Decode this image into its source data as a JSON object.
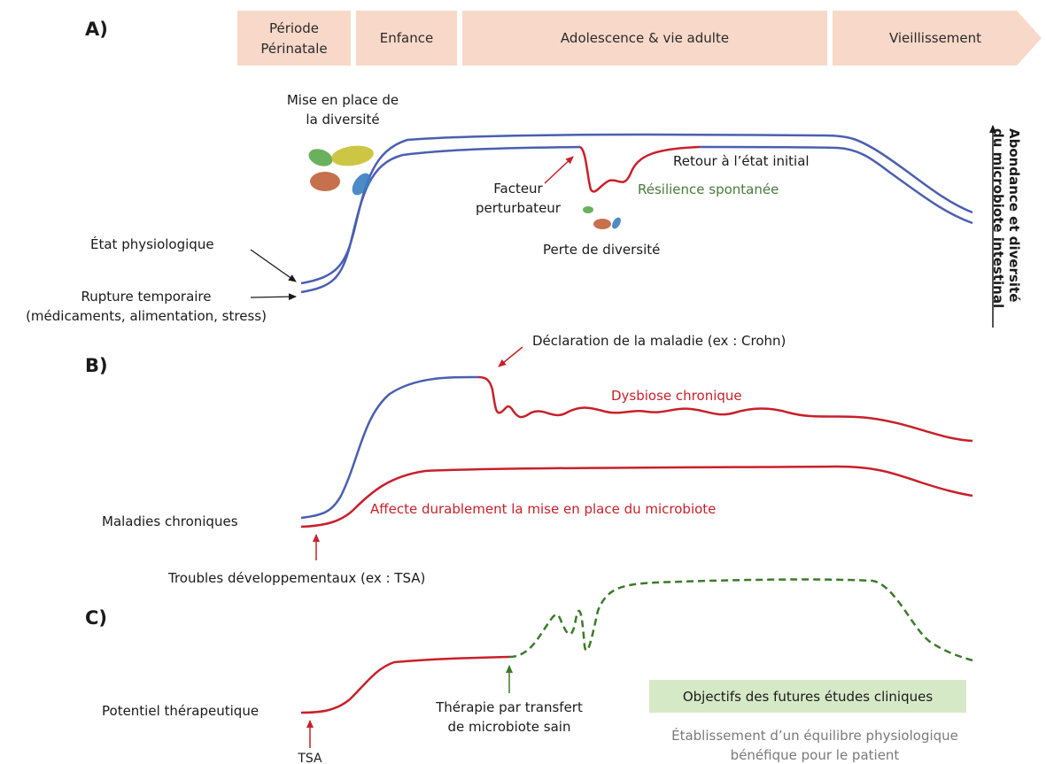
{
  "panels": {
    "a": "A)",
    "b": "B)",
    "c": "C)"
  },
  "timeline": [
    {
      "line1": "Période",
      "line2": "Périnatale"
    },
    {
      "line1": "Enfance",
      "line2": ""
    },
    {
      "line1": "Adolescence & vie adulte",
      "line2": ""
    },
    {
      "line1": "Vieillissement",
      "line2": ""
    }
  ],
  "axis_label": {
    "line1": "Abondance et diversité",
    "line2": "du microbiote intestinal"
  },
  "panel_a": {
    "diversity_setup": {
      "line1": "Mise en place de",
      "line2": "la diversité"
    },
    "etat_physiologique": "État physiologique",
    "rupture": {
      "line1": "Rupture temporaire",
      "line2": "(médicaments, alimentation, stress)"
    },
    "facteur": {
      "line1": "Facteur",
      "line2": "perturbateur"
    },
    "retour": "Retour à l’état initial",
    "resilience": "Résilience spontanée",
    "perte": "Perte de diversité"
  },
  "panel_b": {
    "declaration": "Déclaration de la maladie (ex : Crohn)",
    "dysbiose": "Dysbiose chronique",
    "maladies": "Maladies chroniques",
    "affecte": "Affecte durablement la mise en place du microbiote",
    "troubles": "Troubles développementaux (ex : TSA)"
  },
  "panel_c": {
    "potentiel": "Potentiel thérapeutique",
    "therapie": {
      "line1": "Thérapie par transfert",
      "line2": "de microbiote sain"
    },
    "tsa": "TSA",
    "objectifs": "Objectifs des futures études cliniques",
    "etablissement": {
      "line1": "Établissement d’un équilibre physiologique",
      "line2": "bénéfique pour le patient"
    }
  },
  "colors": {
    "blue": "#4a5fb0",
    "red": "#c8202a",
    "green_dashed": "#3c7a2a",
    "banner": "#f8d8c8",
    "objective_box": "#d6e9c6"
  }
}
